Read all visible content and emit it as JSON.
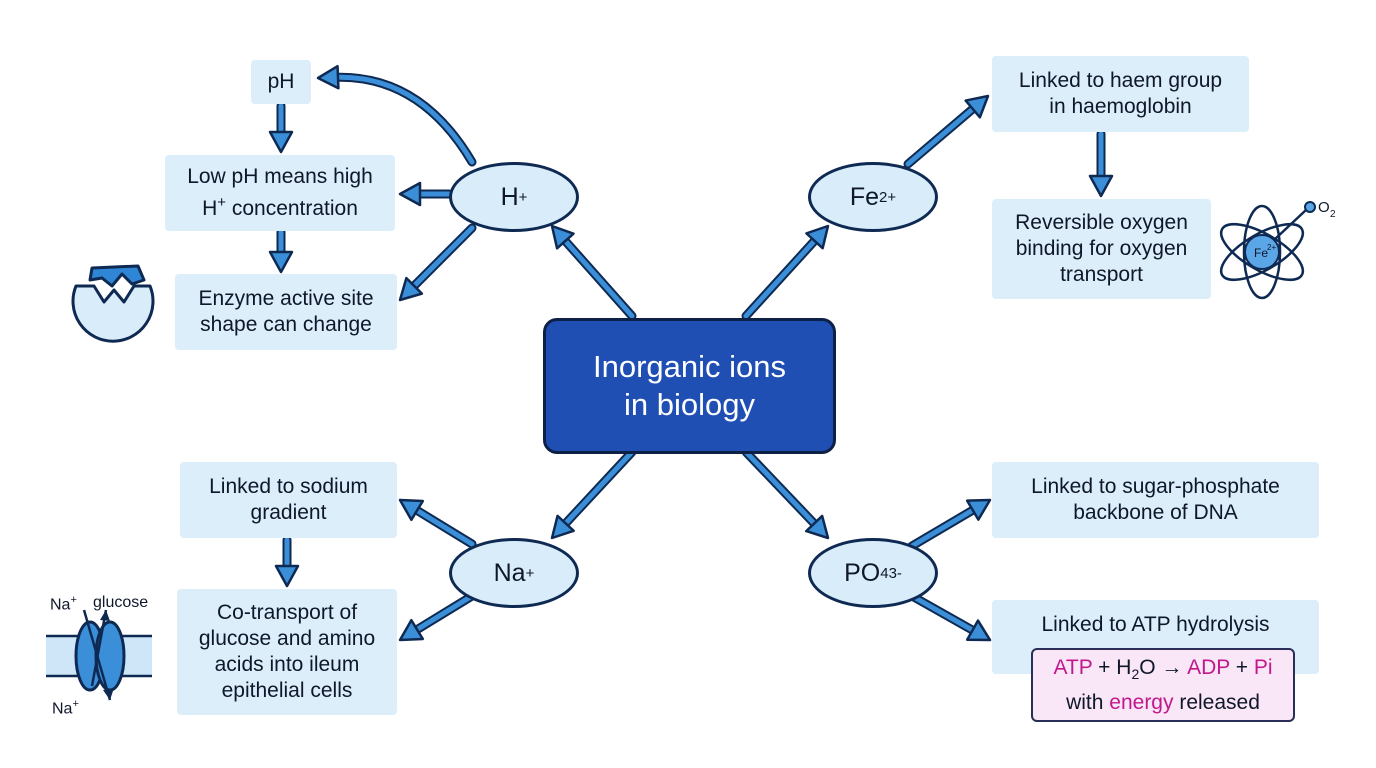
{
  "center": {
    "line1": "Inorganic ions",
    "line2": "in biology"
  },
  "ions": {
    "h": {
      "symbol": "H",
      "charge": "+"
    },
    "fe": {
      "symbol": "Fe",
      "charge": "2+"
    },
    "na": {
      "symbol": "Na",
      "charge": "+"
    },
    "po": {
      "symbol": "PO",
      "sub": "4",
      "charge": "3-"
    }
  },
  "h_branch": {
    "ph": "pH",
    "low_ph": {
      "line1": "Low pH means high",
      "line2_ion": "H",
      "line2_charge": "+",
      "line2_rest": " concentration"
    },
    "enzyme": {
      "line1": "Enzyme active site",
      "line2": "shape can change"
    }
  },
  "fe_branch": {
    "haem": {
      "line1": "Linked to haem group",
      "line2": "in haemoglobin"
    },
    "oxygen": {
      "line1": "Reversible oxygen",
      "line2": "binding for oxygen",
      "line3": "transport"
    },
    "icon": {
      "atom_label": "Fe",
      "atom_charge": "2+",
      "o2_label": "O",
      "o2_sub": "2"
    }
  },
  "na_branch": {
    "gradient": {
      "line1": "Linked to sodium",
      "line2": "gradient"
    },
    "cotransport": {
      "line1": "Co-transport of",
      "line2": "glucose and amino",
      "line3": "acids into ileum",
      "line4": "epithelial cells"
    },
    "icon": {
      "top_na": "Na",
      "top_na_charge": "+",
      "glucose": "glucose",
      "bottom_na": "Na",
      "bottom_na_charge": "+"
    }
  },
  "po_branch": {
    "dna": {
      "line1": "Linked to sugar-phosphate",
      "line2": "backbone of DNA"
    },
    "atp": {
      "title": "Linked to ATP hydrolysis",
      "eq_atp": "ATP",
      "eq_plus1": " + H",
      "eq_h2o_sub": "2",
      "eq_o_arrow": "O → ",
      "eq_adp": "ADP",
      "eq_plus2": " + ",
      "eq_pi": "Pi",
      "with": "with ",
      "energy": "energy",
      "released": " released"
    }
  },
  "colors": {
    "arrow": "#3b8fd8",
    "arrow_outline": "#0f2a52",
    "box_fill": "#dbeefa",
    "center_fill": "#1f4fb3",
    "accent": "#c2188b"
  }
}
